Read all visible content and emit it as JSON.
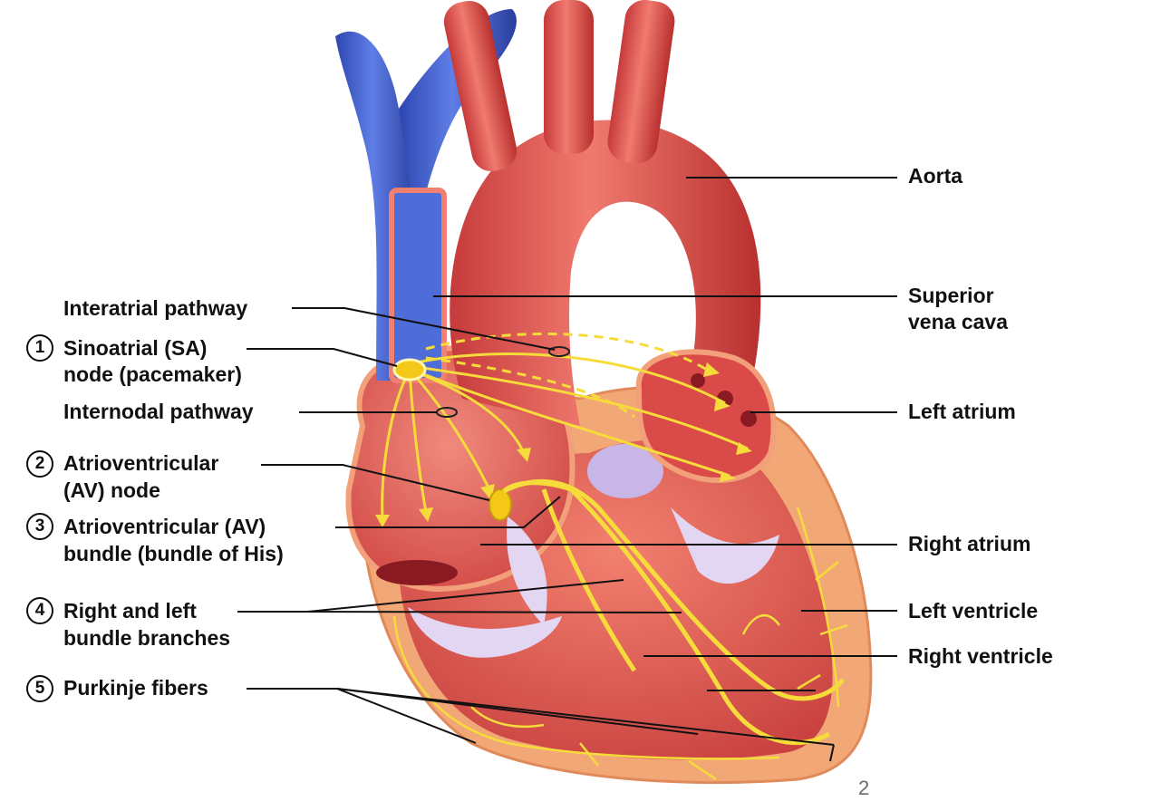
{
  "colors": {
    "vein_blue": "#3b57c8",
    "artery_red": "#d94545",
    "muscle_red": "#e25a50",
    "conduction_yellow": "#f6dc3a",
    "myocardium_peach": "#f0a06a",
    "valve_lavender": "#ddd0ee",
    "leader_line": "#111111"
  },
  "left_labels": {
    "interatrial": "Interatrial pathway",
    "sa_num": "1",
    "sa_line1": "Sinoatrial (SA)",
    "sa_line2": "node (pacemaker)",
    "internodal": "Internodal pathway",
    "av_num": "2",
    "av_line1": "Atrioventricular",
    "av_line2": "(AV) node",
    "bundle_num": "3",
    "bundle_line1": "Atrioventricular (AV)",
    "bundle_line2": "bundle (bundle of His)",
    "branches_num": "4",
    "branches_line1": "Right and left",
    "branches_line2": "bundle branches",
    "purkinje_num": "5",
    "purkinje": "Purkinje fibers"
  },
  "right_labels": {
    "aorta": "Aorta",
    "svc_line1": "Superior",
    "svc_line2": "vena cava",
    "left_atrium": "Left atrium",
    "right_atrium": "Right atrium",
    "left_ventricle": "Left ventricle",
    "right_ventricle": "Right ventricle"
  },
  "slide_number": "2"
}
